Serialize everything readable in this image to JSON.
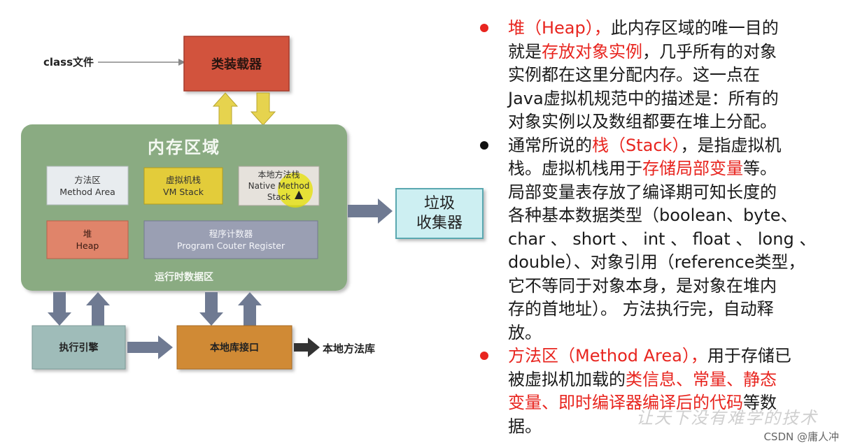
{
  "diagram": {
    "class_file_label": "class文件",
    "class_loader": "类装载器",
    "memory_area_title": "内存区域",
    "method_area": {
      "line1": "方法区",
      "line2": "Method Area"
    },
    "vm_stack": {
      "line1": "虚拟机栈",
      "line2": "VM Stack"
    },
    "native_stack": {
      "line1": "本地方法栈",
      "line2": "Native Method",
      "line3": "Stack"
    },
    "heap": {
      "line1": "堆",
      "line2": "Heap"
    },
    "pc_register": {
      "line1": "程序计数器",
      "line2": "Program Couter Register"
    },
    "runtime_data_label": "运行时数据区",
    "gc": {
      "line1": "垃圾",
      "line2": "收集器"
    },
    "exec_engine": "执行引擎",
    "native_lib_interface": "本地库接口",
    "native_lib": "本地方法库",
    "colors": {
      "loader": "#d2523e",
      "memory": "#8aab82",
      "method_area": "#e8ecef",
      "vm_stack": "#e3cc3a",
      "native_stack": "#e6e2dc",
      "heap": "#e0846a",
      "pc": "#9a9fb3",
      "gc": "#cdeff2",
      "exec": "#9fbcb9",
      "native_iface": "#d08a35"
    }
  },
  "text": {
    "b1": {
      "l1a": "堆（Heap），",
      "l1b": "此内存区域的唯一目的",
      "l2a": "就是",
      "l2b": "存放对象实例",
      "l2c": "，几乎所有的对象",
      "l3": "实例都在这里分配内存。这一点在",
      "l4": "Java虚拟机规范中的描述是：所有的",
      "l5": "对象实例以及数组都要在堆上分配。"
    },
    "b2": {
      "l1a": "通常所说的",
      "l1b": "栈（Stack）",
      "l1c": "，是指虚拟机",
      "l2a": "栈。虚拟机栈用于",
      "l2b": "存储局部变量",
      "l2c": "等。",
      "l3": "局部变量表存放了编译期可知长度的",
      "l4": "各种基本数据类型（boolean、byte、",
      "l5": "char 、 short 、 int 、 float 、 long 、",
      "l6": "double）、对象引用（reference类型，",
      "l7": "它不等同于对象本身，是对象在堆内",
      "l8": "存的首地址）。 方法执行完，自动释",
      "l9": "放。"
    },
    "b3": {
      "l1a": "方法区（Method Area），",
      "l1b": "用于存储已",
      "l2a": "被虚拟机加载的",
      "l2b": "类信息、常量、静态",
      "l3a": "变量、即时编译器编译后的代码",
      "l3b": "等数",
      "l4": "据。"
    },
    "bullet_colors": [
      "#e8251f",
      "#111111",
      "#e8251f"
    ]
  },
  "watermark": "让天下没有难学的技术",
  "credit": "CSDN @庸人冲"
}
